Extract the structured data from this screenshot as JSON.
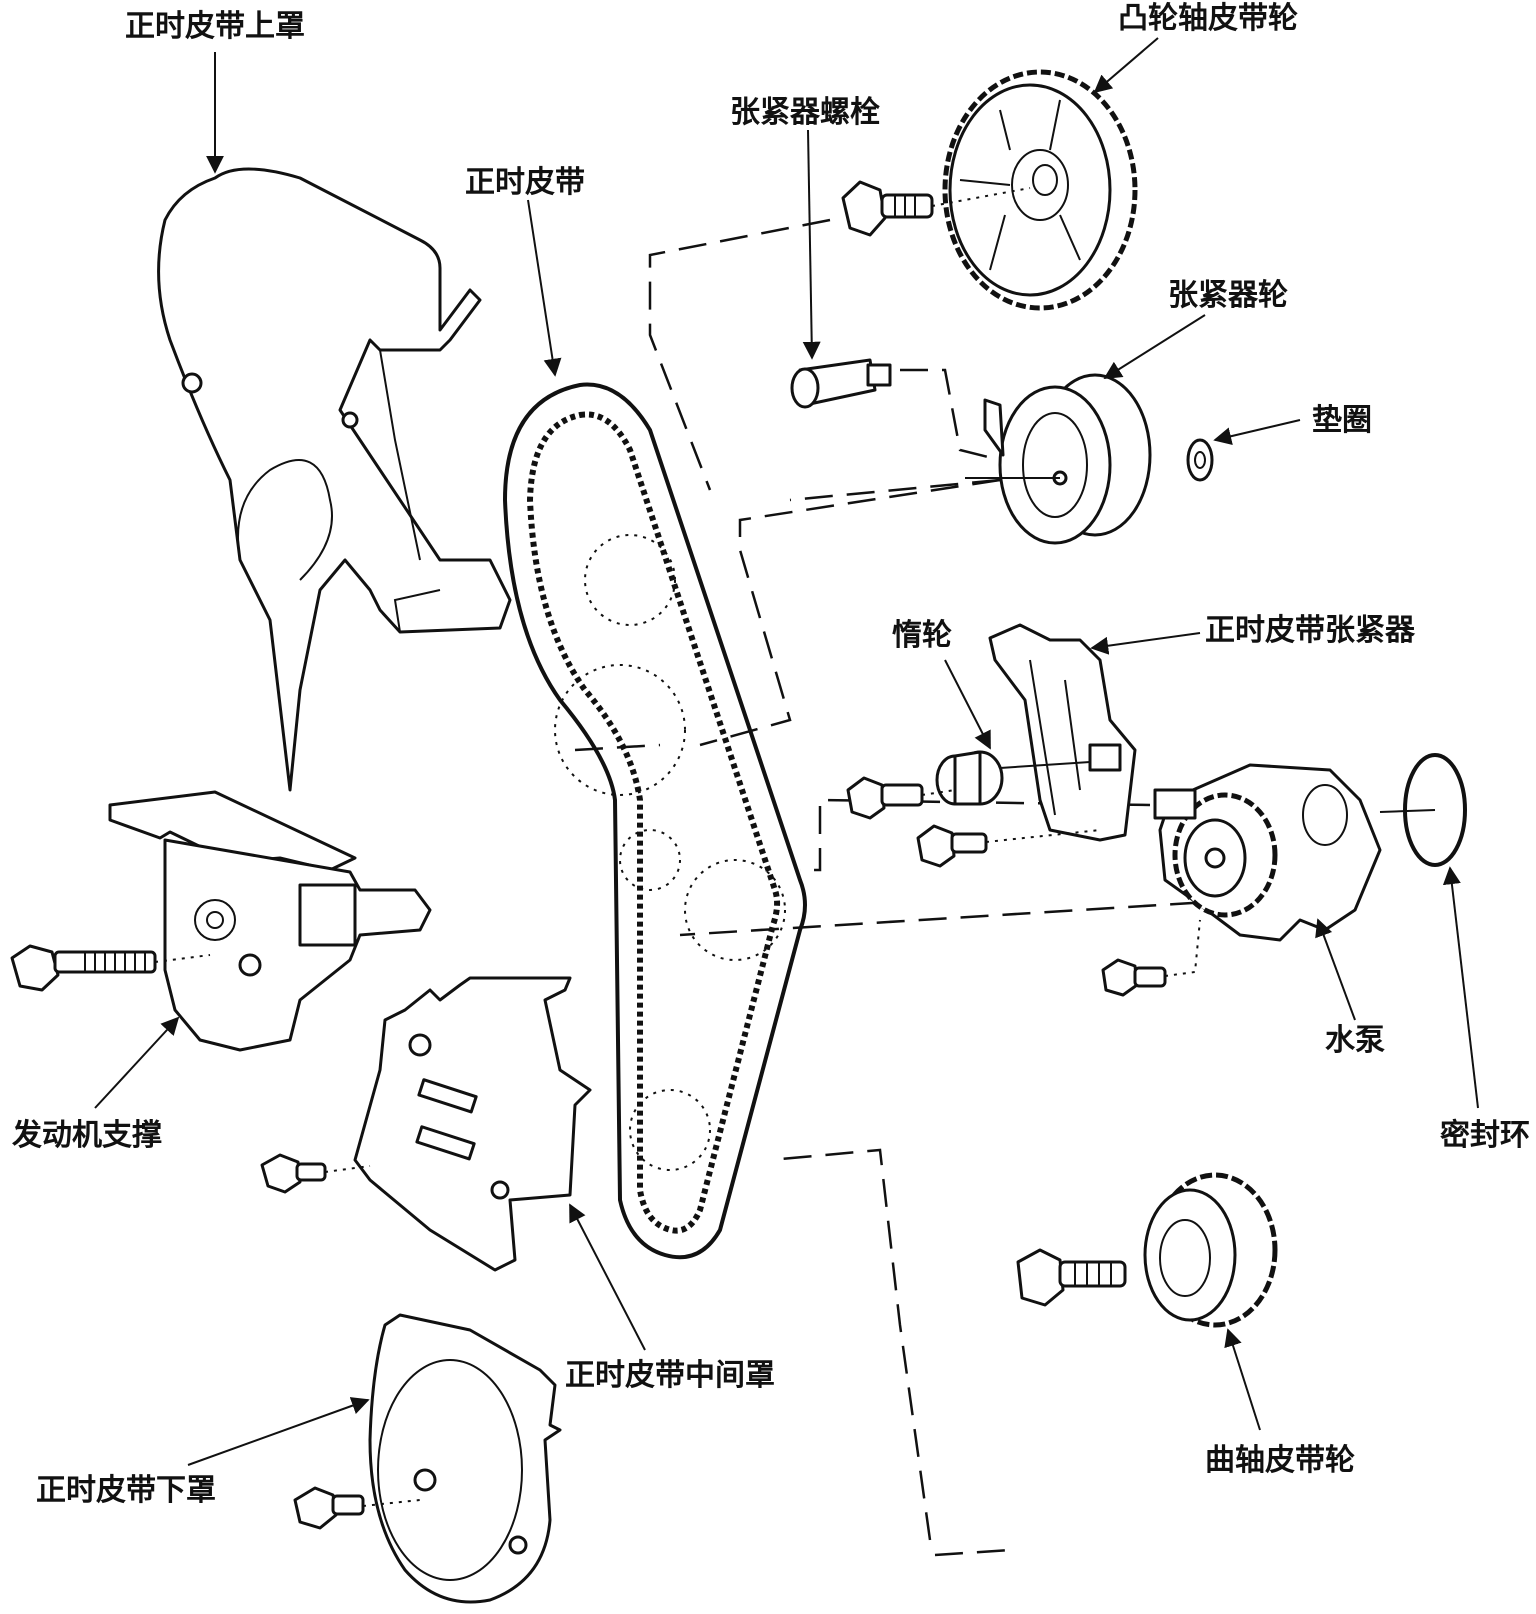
{
  "labels": {
    "upper_cover": "正时皮带上罩",
    "camshaft_pulley": "凸轮轴皮带轮",
    "tensioner_bolt": "张紧器螺栓",
    "timing_belt": "正时皮带",
    "tensioner_pulley": "张紧器轮",
    "washer": "垫圈",
    "idler_pulley": "惰轮",
    "belt_tensioner": "正时皮带张紧器",
    "water_pump": "水泵",
    "engine_support": "发动机支撑",
    "seal_ring": "密封环",
    "middle_cover": "正时皮带中间罩",
    "crankshaft_pulley": "曲轴皮带轮",
    "lower_cover": "正时皮带下罩"
  }
}
